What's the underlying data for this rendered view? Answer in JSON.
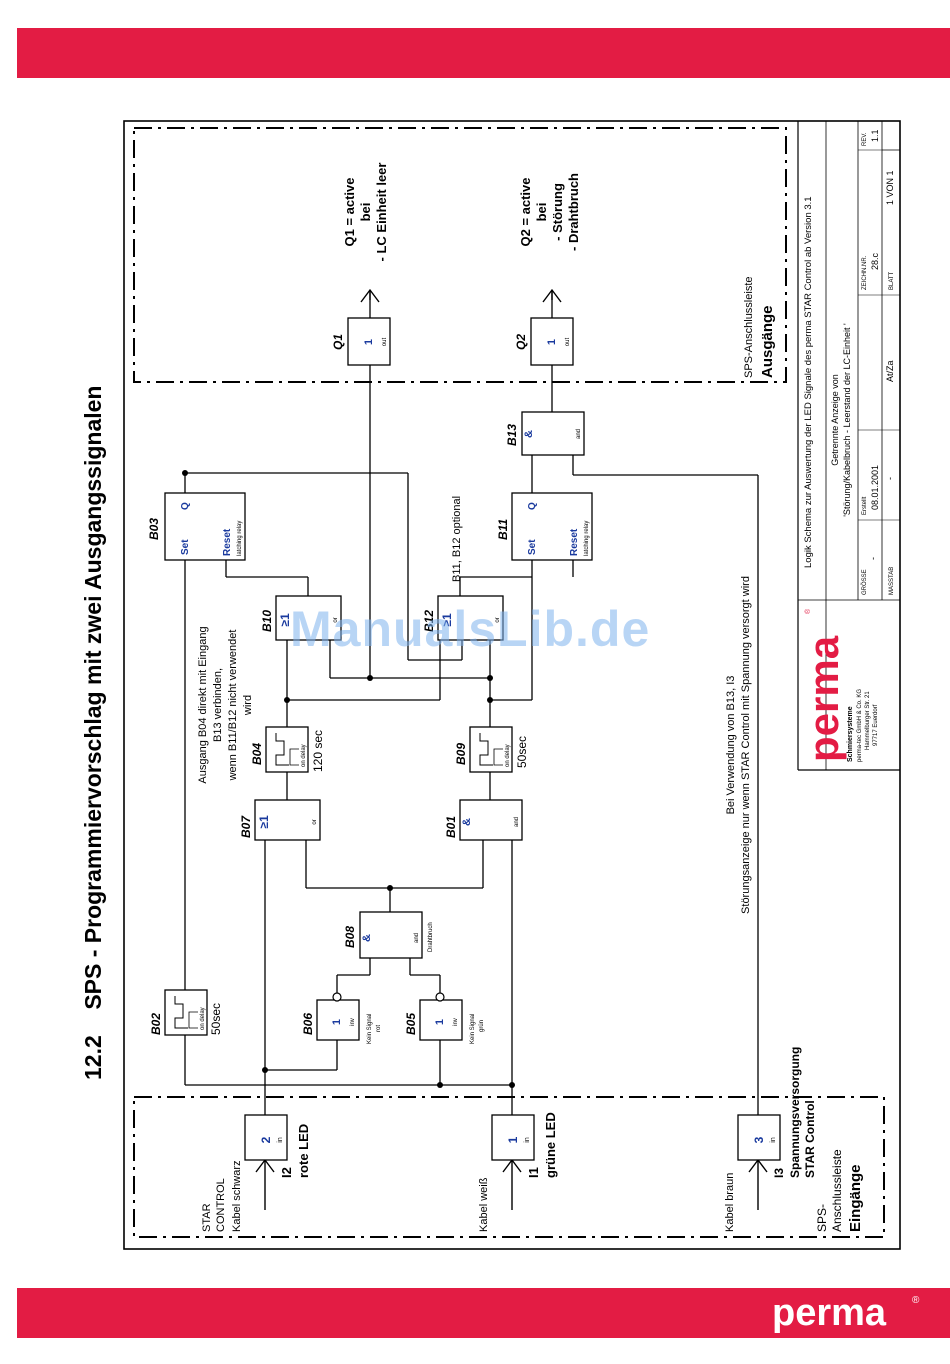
{
  "brand": {
    "band_color": "#e31c44",
    "logo_text": "perma",
    "registered": "®"
  },
  "heading": {
    "number": "12.2",
    "title": "SPS - Programmiervorschlag mit zwei Ausgangssignalen"
  },
  "watermark": "ManualsLib.de",
  "inputs_panel": {
    "title_line1": "SPS-",
    "title_line2": "Anschlussleiste",
    "title_line3": "Eingänge",
    "star_control_1": "STAR",
    "star_control_2": "CONTROL",
    "cable_black": "Kabel schwarz",
    "cable_white": "Kabel weiß",
    "cable_brown": "Kabel braun",
    "i2_num": "2",
    "i2_id": "I2",
    "i2_label": "rote LED",
    "i1_num": "1",
    "i1_id": "I1",
    "i1_label": "grüne LED",
    "i3_num": "3",
    "i3_id": "I3",
    "i3_label1": "Spannungsversorgung",
    "i3_label2": "STAR Control",
    "in_text": "in"
  },
  "outputs_panel": {
    "title_line1": "SPS-Anschlussleiste",
    "title_line2": "Ausgänge",
    "q1_id": "Q1",
    "q1_num": "1",
    "q2_id": "Q2",
    "q2_num": "1",
    "out_text": "out",
    "q1_desc": [
      "Q1 = active",
      "bei",
      "- LC Einheit leer"
    ],
    "q2_desc": [
      "Q2 = active",
      "bei",
      "- Störung",
      "- Drahtbruch"
    ]
  },
  "blocks": {
    "b02": {
      "id": "B02",
      "type": "on delay",
      "time": "50sec"
    },
    "b06": {
      "id": "B06",
      "num": "1",
      "type": "inv",
      "note1": "Kein Signal",
      "note2": "rot"
    },
    "b05": {
      "id": "B05",
      "num": "1",
      "type": "inv",
      "note1": "Kein Signal",
      "note2": "grün"
    },
    "b08": {
      "id": "B08",
      "sym": "&",
      "type": "and",
      "note": "Drahtbruch"
    },
    "b07": {
      "id": "B07",
      "sym": "≥1",
      "type": "or"
    },
    "b01": {
      "id": "B01",
      "sym": "&",
      "type": "and"
    },
    "b04": {
      "id": "B04",
      "type": "on delay",
      "time": "120 sec"
    },
    "b09": {
      "id": "B09",
      "type": "on delay",
      "time": "50sec"
    },
    "b10": {
      "id": "B10",
      "sym": "≥1",
      "type": "or"
    },
    "b12": {
      "id": "B12",
      "sym": "≥1",
      "type": "or"
    },
    "b03": {
      "id": "B03",
      "set": "Set",
      "q": "Q",
      "reset": "Reset",
      "type": "latching relay"
    },
    "b11": {
      "id": "B11",
      "set": "Set",
      "q": "Q",
      "reset": "Reset",
      "type": "latching relay"
    },
    "b13": {
      "id": "B13",
      "sym": "&",
      "type": "and"
    }
  },
  "notes": {
    "b04_note": [
      "Ausgang B04 direkt mit Eingang",
      "B13 verbinden,",
      "wenn B11/B12 nicht verwendet",
      "wird"
    ],
    "b11_note": "B11, B12 optional",
    "b13_note": [
      "Bei Verwendung von B13, I3",
      "Störungsanzeige nur wenn STAR Control mit Spannung versorgt wird"
    ]
  },
  "title_block": {
    "description": "Logik Schema zur Auswertung der LED Signale des perma STAR Control ab Version 3.1",
    "sub_line1": "Getrennte Anzeige von",
    "sub_line2": "'Störung/Kabelbruch - Leerstand der LC-Einheit '",
    "company_lines": [
      "Schmiersysteme",
      "perma-tec GmbH & Co. KG",
      "Hammelburger Str. 21",
      "97717 Euerdorf"
    ],
    "groesse_label": "GRÖSSE",
    "groesse_value": "-",
    "erstellt_label": "Erstellt",
    "erstellt_value": "08.01.2001",
    "zeichn_label": "ZEICHN.NR.",
    "zeichn_value": "28.c",
    "rev_label": "REV.",
    "rev_value": "1.1",
    "masstab_label": "MASSTAB",
    "masstab_value": "-",
    "author_value": "At/Za",
    "blatt_label": "BLATT",
    "blatt_value": "1 VON 1"
  }
}
